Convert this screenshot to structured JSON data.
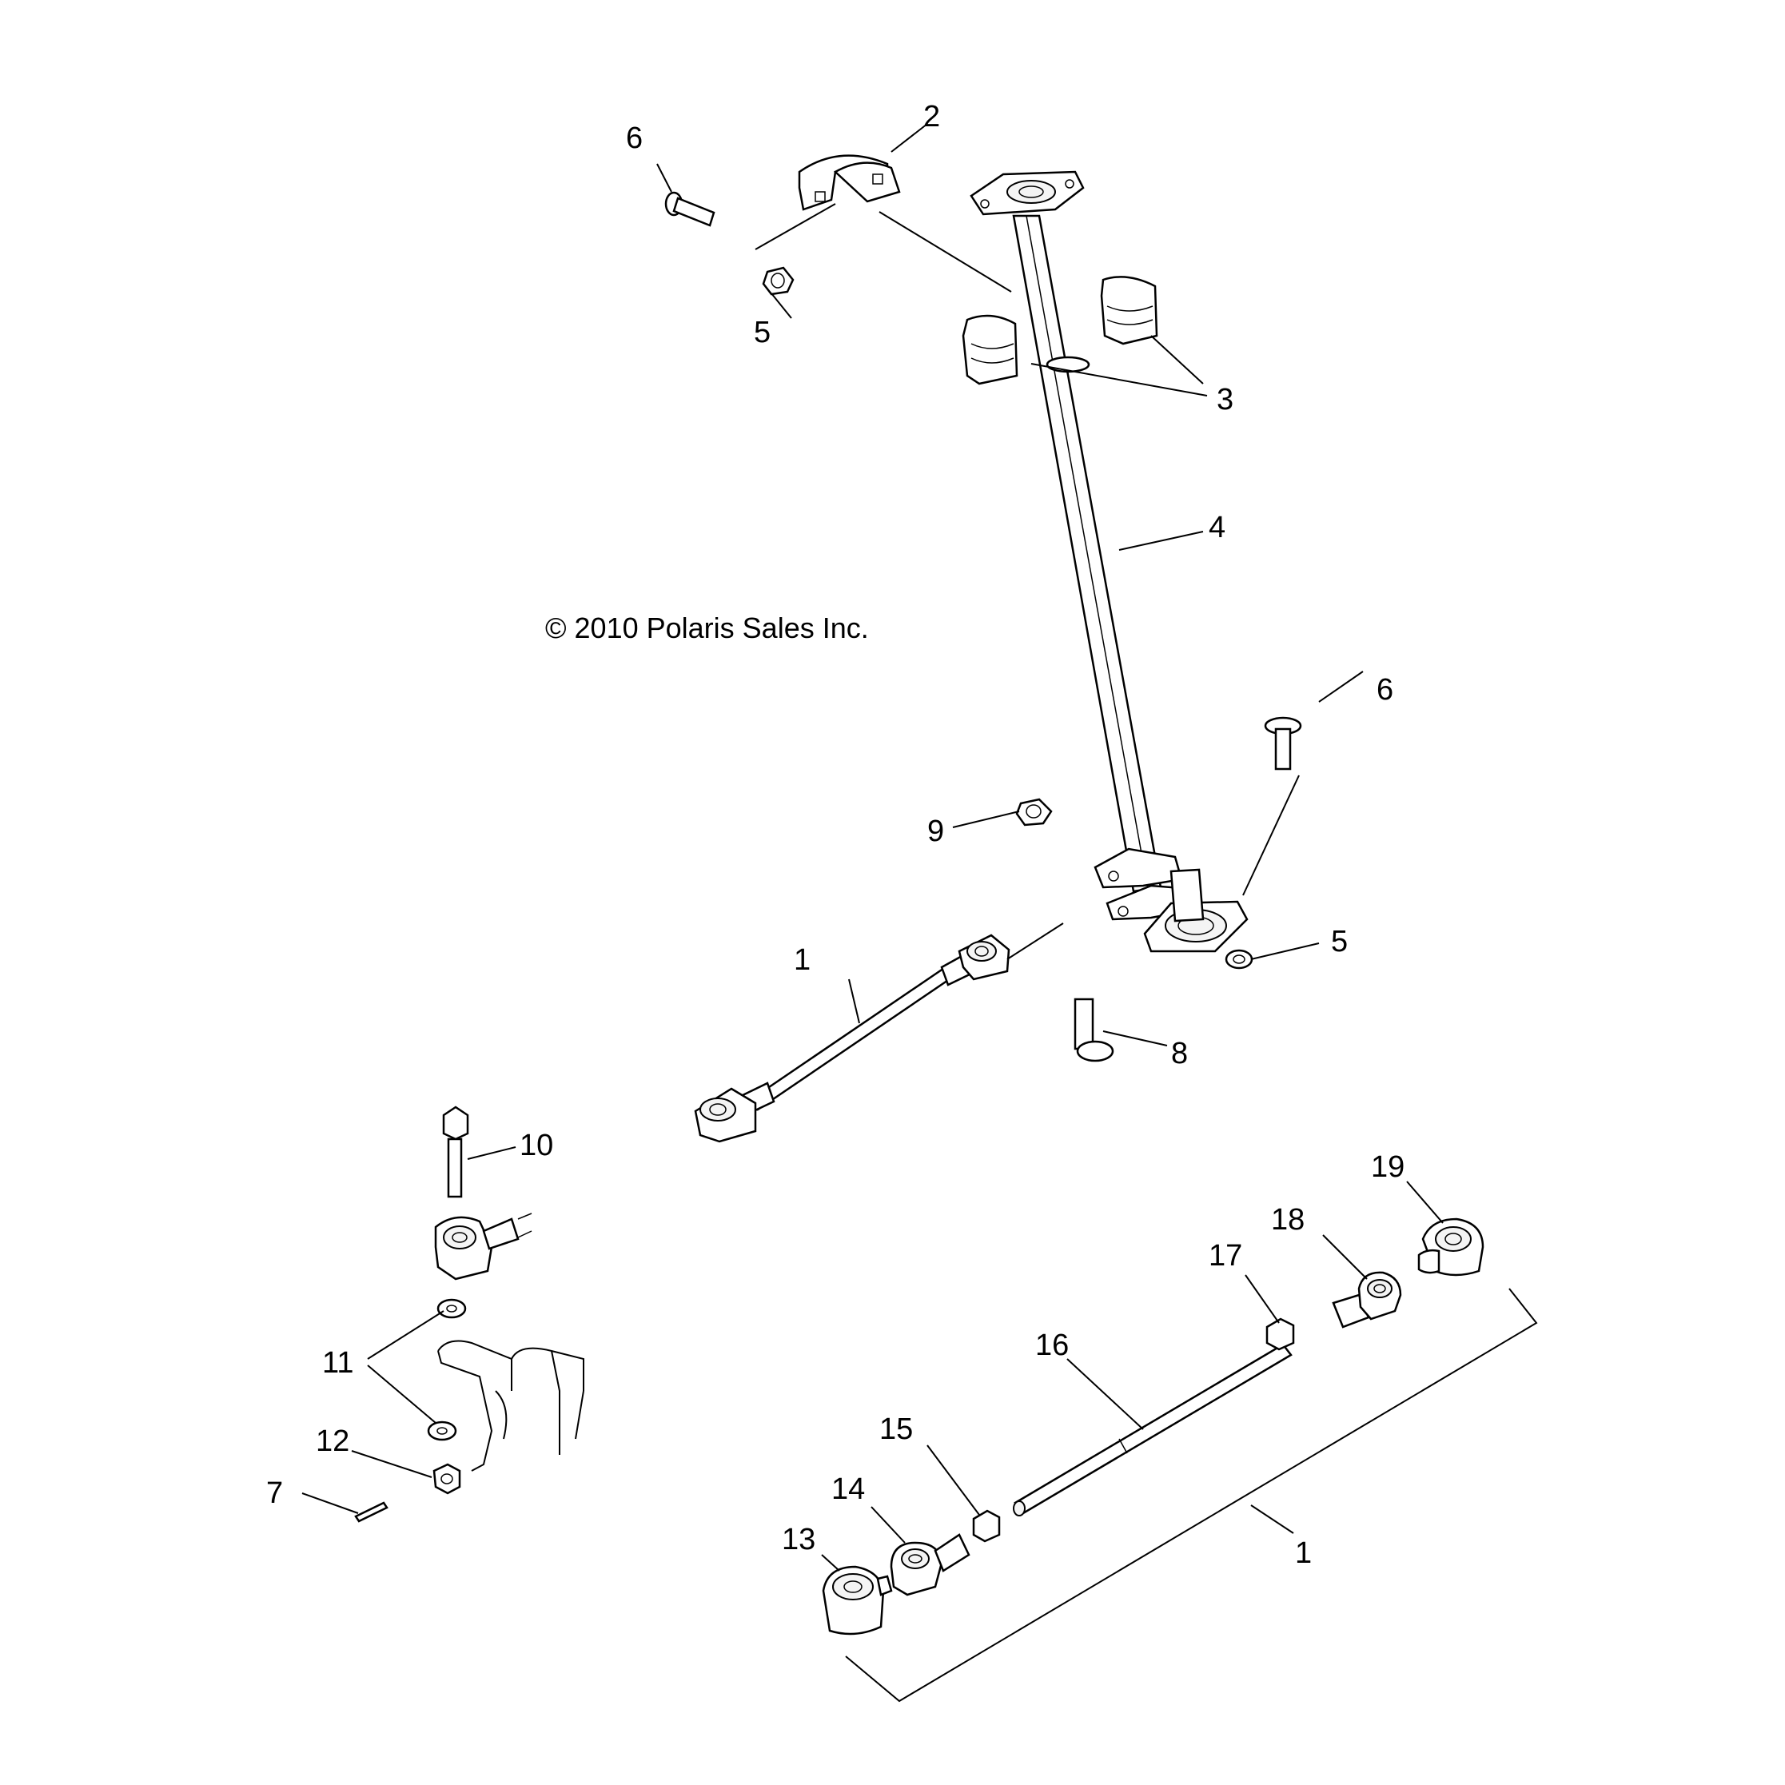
{
  "copyright": "© 2010 Polaris Sales Inc.",
  "callouts": {
    "c1a": "1",
    "c1b": "1",
    "c2": "2",
    "c3": "3",
    "c4": "4",
    "c5a": "5",
    "c5b": "5",
    "c6a": "6",
    "c6b": "6",
    "c7": "7",
    "c8": "8",
    "c9": "9",
    "c10": "10",
    "c11": "11",
    "c12": "12",
    "c13": "13",
    "c14": "14",
    "c15": "15",
    "c16": "16",
    "c17": "17",
    "c18": "18",
    "c19": "19"
  }
}
